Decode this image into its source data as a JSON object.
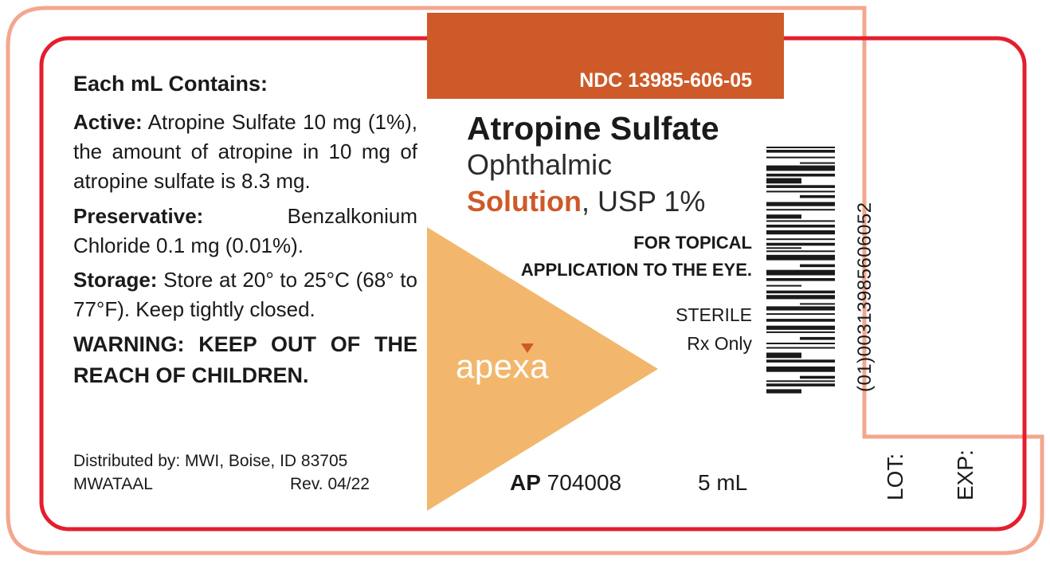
{
  "colors": {
    "accent_orange": "#cd5a28",
    "triangle_peach": "#f2b76c",
    "outer_border": "#f3a78e",
    "inner_border": "#e31e2d"
  },
  "ndc": "NDC 13985-606-05",
  "left_panel": {
    "heading": "Each mL Contains:",
    "active_label": "Active:",
    "active_text": " Atropine Sulfate 10 mg (1%), the amount of atropine in 10 mg of atropine sulfate is 8.3 mg.",
    "preservative_label": "Preservative:",
    "preservative_text": " Benzalkonium Chloride 0.1 mg (0.01%).",
    "storage_label": "Storage:",
    "storage_text": " Store at 20° to 25°C (68° to 77°F). Keep tightly closed.",
    "warning": "WARNING: KEEP OUT OF THE REACH OF CHILDREN.",
    "distributed": "Distributed by: MWI, Boise, ID 83705",
    "code": "MWATAAL",
    "revision": "Rev. 04/22"
  },
  "brand": "apexa",
  "product": {
    "title": "Atropine Sulfate",
    "line1": "Ophthalmic",
    "solution_word": "Solution",
    "line2_rest": ", USP 1%",
    "topical_line1": "FOR TOPICAL",
    "topical_line2": "APPLICATION TO THE EYE.",
    "sterile": "STERILE",
    "rx": "Rx Only",
    "ap_label": "AP",
    "ap_number": " 704008",
    "volume": "5 mL"
  },
  "barcode_number": "(01)00313985606052",
  "lot_label": "LOT:",
  "exp_label": "EXP:"
}
